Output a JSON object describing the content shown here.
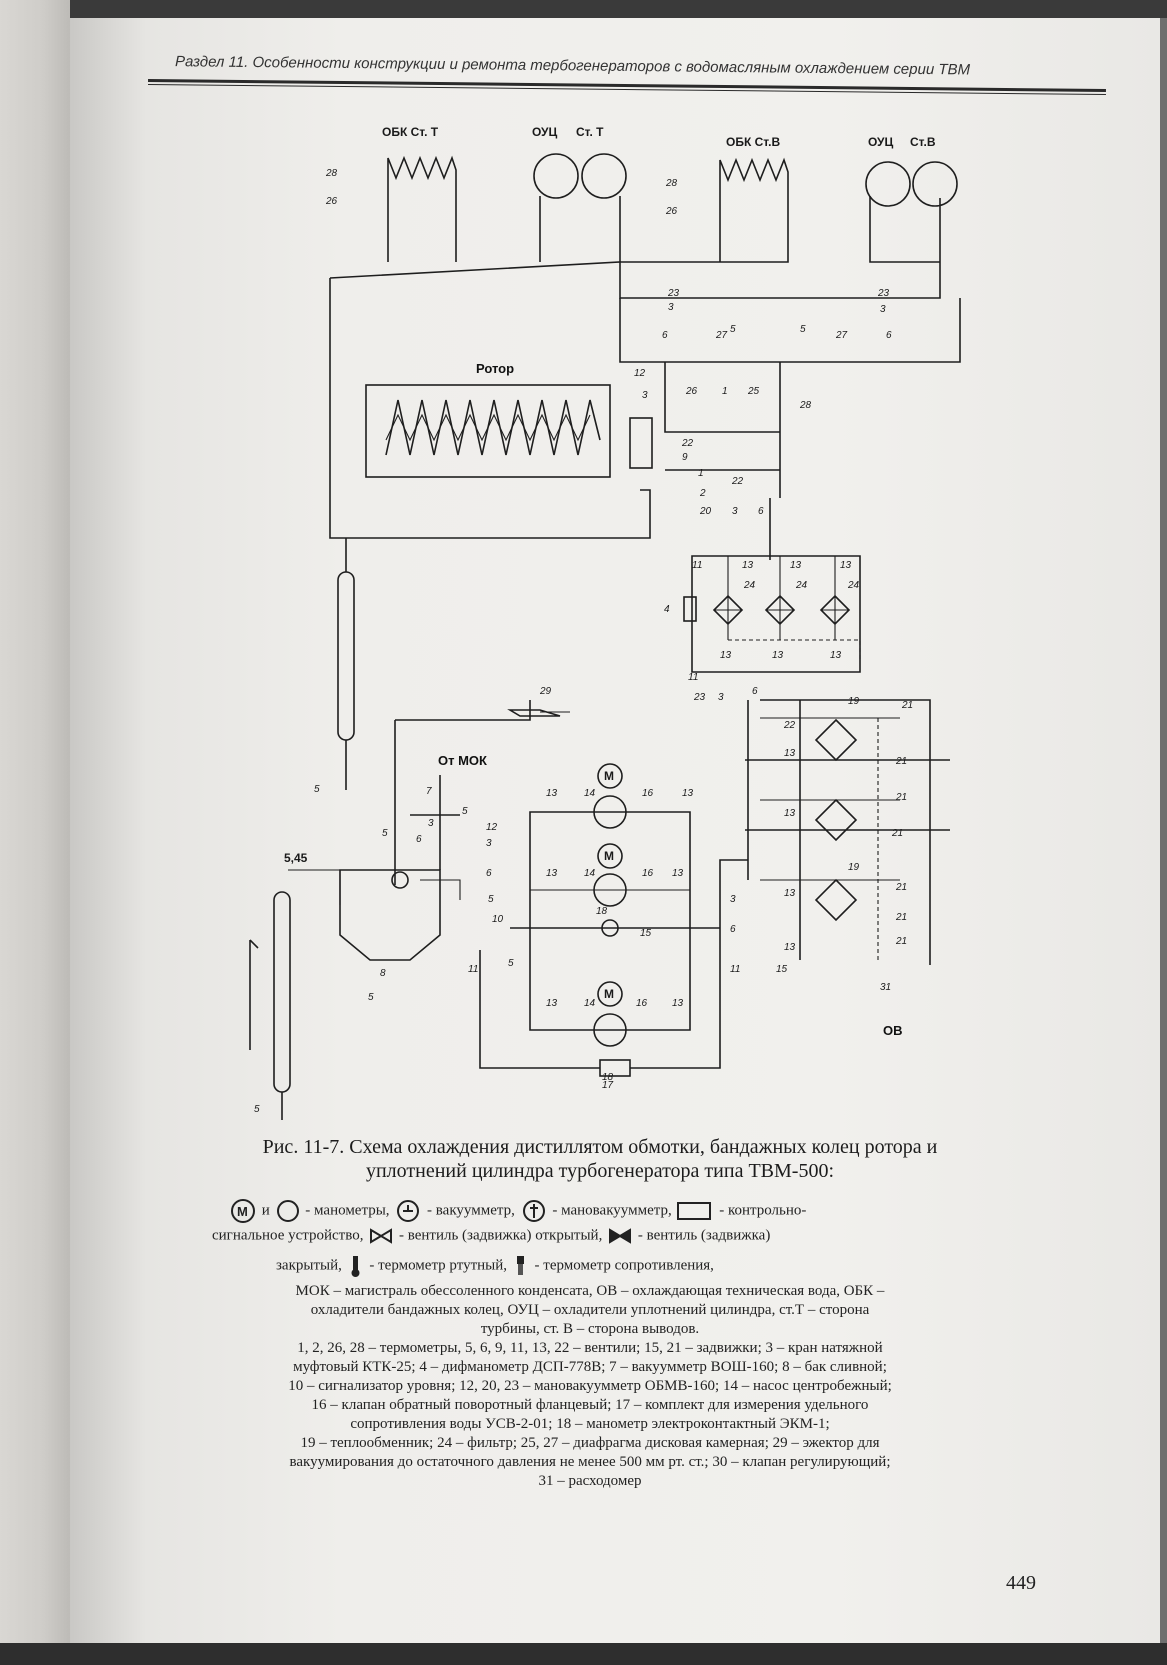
{
  "header": {
    "running_title": "Раздел 11. Особенности конструкции и ремонта тербогенераторов с водомасляным охлаждением серии ТВМ"
  },
  "scheme": {
    "top_labels": {
      "obk_t": "ОБК Ст. Т",
      "ouc_t": "ОУЦ",
      "ouc_t_side": "Ст. Т",
      "obk_v": "ОБК Ст.В",
      "ouc_v": "ОУЦ",
      "ouc_v_side": "Ст.В"
    },
    "rotor": "Ротор",
    "from_mok": "От МОК",
    "ov": "ОВ",
    "pipe_label_545": "5,45",
    "item_numbers": [
      "28",
      "26",
      "28",
      "26",
      "23",
      "3",
      "6",
      "27",
      "5",
      "5",
      "27",
      "6",
      "3",
      "23",
      "12",
      "3",
      "26",
      "1",
      "25",
      "28",
      "22",
      "9",
      "1",
      "2",
      "22",
      "20",
      "3",
      "6",
      "11",
      "13",
      "13",
      "13",
      "24",
      "24",
      "24",
      "13",
      "13",
      "13",
      "4",
      "11",
      "23",
      "3",
      "6",
      "19",
      "21",
      "22",
      "21",
      "13",
      "21",
      "13",
      "21",
      "19",
      "21",
      "13",
      "13",
      "21",
      "21",
      "31",
      "29",
      "7",
      "3",
      "5",
      "6",
      "5",
      "12",
      "3",
      "6",
      "5",
      "10",
      "8",
      "5",
      "11",
      "5",
      "13",
      "14",
      "16",
      "13",
      "13",
      "14",
      "16",
      "13",
      "18",
      "15",
      "13",
      "14",
      "16",
      "13",
      "18",
      "3",
      "6",
      "11",
      "15",
      "17",
      "5",
      "5"
    ]
  },
  "caption": {
    "title_line1": "Рис. 11-7. Схема охлаждения дистиллятом обмотки, бандажных колец ротора и",
    "title_line2": "уплотнений цилиндра турбогенератора типа ТВМ-500:",
    "legend": {
      "and": "и",
      "manometers": "- манометры,",
      "vacuummeter": "- вакуумметр,",
      "manovacuummeter": "- мановакуумметр,",
      "control": "- контрольно-",
      "control_2": "сигнальное устройство,",
      "valve_open": "- вентиль (задвижка) открытый,",
      "valve_closed": "- вентиль (задвижка)",
      "closed_2": "закрытый,",
      "thermo_mercury": "- термометр ртутный,",
      "thermo_resistance": "- термометр сопротивления,"
    },
    "notes": [
      "МОК – магистраль обессоленного конденсата, ОВ – охлаждающая техническая вода, ОБК –",
      "охладители бандажных колец, ОУЦ – охладители уплотнений цилиндра, ст.Т – сторона",
      "турбины, ст. В – сторона выводов.",
      "1, 2, 26, 28 – термометры, 5, 6, 9, 11, 13, 22 – вентили; 15, 21 – задвижки; 3 – кран натяжной",
      "муфтовый КТК-25; 4 – дифманометр ДСП-778В; 7 – вакуумметр ВОШ-160; 8 – бак сливной;",
      "10 – сигнализатор уровня; 12, 20, 23 – мановакуумметр ОБМВ-160; 14 – насос центробежный;",
      "16 – клапан обратный поворотный фланцевый; 17 – комплект для измерения удельного",
      "сопротивления воды УСВ-2-01; 18 – манометр электроконтактный ЭКМ-1;",
      "19 – теплообменник; 24 – фильтр; 25, 27 – диафрагма дисковая камерная; 29 – эжектор для",
      "вакуумирования до остаточного давления не менее 500 мм рт. ст.; 30 – клапан регулирующий;",
      "31 – расходомер"
    ]
  },
  "page_number": "449"
}
